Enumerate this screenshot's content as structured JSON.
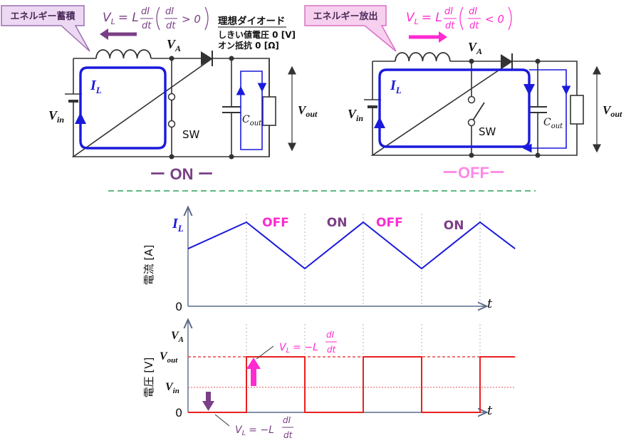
{
  "colors": {
    "wire": "#333333",
    "current": "#1a1adc",
    "on_purple": "#7a3f86",
    "off_pink": "#ff2ad1",
    "voltage_red": "#e82020",
    "callout_fill": "#ecd8f2",
    "callout_border": "#9c6fb0",
    "separator": "#2aa05a"
  },
  "on_circuit": {
    "callout": "エネルギー蓄積",
    "inductor_eq": "V_L = L dI/dt (dI/dt > 0)",
    "eq_vl": "V",
    "eq_vl_sub": "L",
    "eq_eq_L": "= L",
    "eq_dI": "dI",
    "eq_dt": "dt",
    "eq_cond": "> 0",
    "label_va": "V",
    "label_va_sub": "A",
    "label_il": "I",
    "label_il_sub": "L",
    "label_vin": "V",
    "label_vin_sub": "in",
    "label_vout": "V",
    "label_vout_sub": "out",
    "label_cout": "C",
    "label_cout_sub": "out",
    "label_sw": "SW",
    "state": "ー ON ー"
  },
  "diode_note": {
    "title": "理想ダイオード",
    "line1": "しきい値電圧 0 [V]",
    "line2": "オン抵抗 0 [Ω]"
  },
  "off_circuit": {
    "callout": "エネルギー放出",
    "eq_vl": "V",
    "eq_vl_sub": "L",
    "eq_eq_L": "= L",
    "eq_dI": "dI",
    "eq_dt": "dt",
    "eq_cond": "< 0",
    "label_va": "V",
    "label_va_sub": "A",
    "label_il": "I",
    "label_il_sub": "L",
    "label_vin": "V",
    "label_vin_sub": "in",
    "label_vout": "V",
    "label_vout_sub": "out",
    "label_cout": "C",
    "label_cout_sub": "out",
    "label_sw": "SW",
    "state": "ーOFFー"
  },
  "current_graph": {
    "ylabel": "電流 [A]",
    "zero": "0",
    "t": "t",
    "series_label": "I",
    "series_sub": "L",
    "phases": [
      "OFF",
      "ON",
      "OFF",
      "ON"
    ],
    "points": [
      [
        0,
        0.6
      ],
      [
        1,
        1.0
      ],
      [
        2,
        0.3
      ],
      [
        3,
        1.0
      ],
      [
        4,
        0.3
      ],
      [
        5,
        1.0
      ],
      [
        5.6,
        0.6
      ]
    ]
  },
  "voltage_graph": {
    "ylabel": "電圧 [V]",
    "t": "t",
    "ticks": [
      {
        "label": "V",
        "sub": "A"
      },
      {
        "label": "V",
        "sub": "out"
      },
      {
        "label": "V",
        "sub": "in"
      },
      {
        "label": "0",
        "sub": ""
      }
    ],
    "top_eq": "V_L = −L dI/dt",
    "bottom_eq": "V_L = −L dI/dt",
    "eq_vl": "V",
    "eq_vl_sub": "L",
    "eq_mid": "= −L",
    "eq_dI": "dI",
    "eq_dt": "dt",
    "levels": {
      "vin": 0.45,
      "vout": 1.0
    },
    "pulses": [
      [
        1,
        2
      ],
      [
        3,
        4
      ],
      [
        5,
        5.6
      ]
    ]
  }
}
